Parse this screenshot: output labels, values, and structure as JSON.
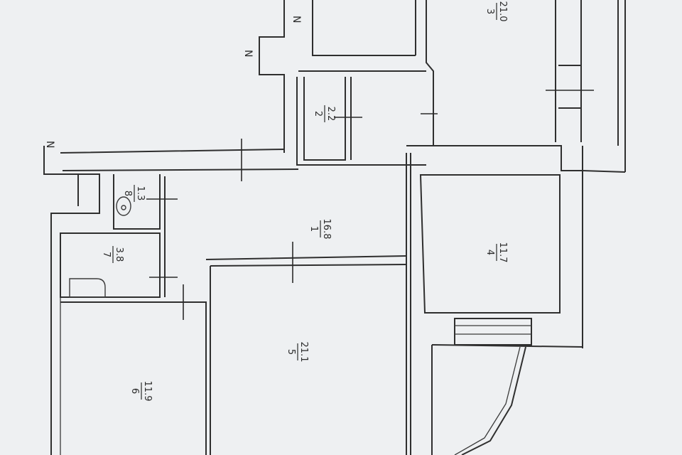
{
  "rooms": [
    {
      "id": "1",
      "number": "1",
      "area": "16.8"
    },
    {
      "id": "2",
      "number": "2",
      "area": "2.2"
    },
    {
      "id": "3",
      "number": "3",
      "area": "21.0"
    },
    {
      "id": "4",
      "number": "4",
      "area": "11.7"
    },
    {
      "id": "5",
      "number": "5",
      "area": "21.1"
    },
    {
      "id": "6",
      "number": "6",
      "area": "11.9"
    },
    {
      "id": "7",
      "number": "7",
      "area": "3.8"
    },
    {
      "id": "8",
      "number": "8",
      "area": "1.3"
    }
  ],
  "break_marks": [
    {
      "id": "top",
      "glyph": "N"
    },
    {
      "id": "left-stair",
      "glyph": "N"
    },
    {
      "id": "left-corridor",
      "glyph": "N"
    }
  ]
}
